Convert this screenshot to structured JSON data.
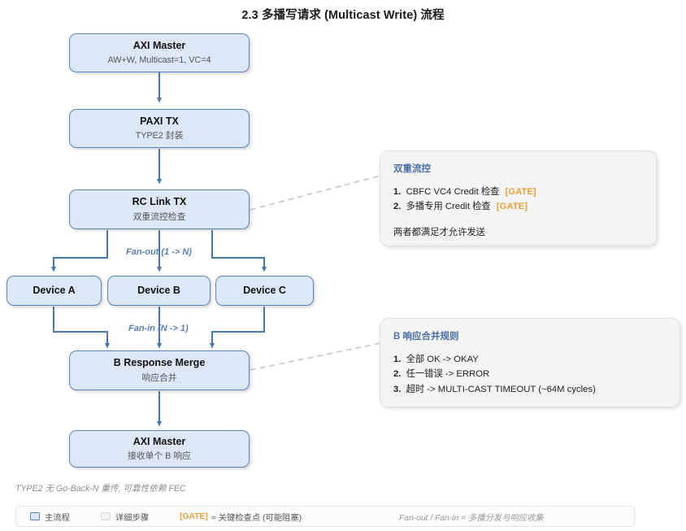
{
  "title": "2.3 多播写请求 (Multicast Write) 流程",
  "nodes": {
    "axi_master_top": {
      "title": "AXI Master",
      "sub": "AW+W, Multicast=1, VC=4"
    },
    "paxi_tx": {
      "title": "PAXI TX",
      "sub": "TYPE2 封装"
    },
    "rc_link_tx": {
      "title": "RC Link TX",
      "sub": "双重流控检查"
    },
    "device_a": {
      "title": "Device A",
      "sub": ""
    },
    "device_b": {
      "title": "Device B",
      "sub": ""
    },
    "device_c": {
      "title": "Device C",
      "sub": ""
    },
    "b_merge": {
      "title": "B Response Merge",
      "sub": "响应合并"
    },
    "axi_master_bottom": {
      "title": "AXI Master",
      "sub": "接收单个 B 响应"
    }
  },
  "fan_labels": {
    "fan_out": "Fan-out (1 -> N)",
    "fan_in": "Fan-in (N -> 1)"
  },
  "panels": {
    "flow_control": {
      "title": "双重流控",
      "items": [
        {
          "idx": "1.",
          "text": "CBFC VC4 Credit 检查",
          "gate": "[GATE]"
        },
        {
          "idx": "2.",
          "text": "多播专用 Credit 检查",
          "gate": "[GATE]"
        }
      ],
      "note": "两者都满足才允许发送"
    },
    "b_merge_rules": {
      "title": "B 响应合并规则",
      "items": [
        {
          "idx": "1.",
          "text": "全部 OK -> OKAY",
          "gate": ""
        },
        {
          "idx": "2.",
          "text": "任一错误 -> ERROR",
          "gate": ""
        },
        {
          "idx": "3.",
          "text": "超时 -> MULTI-CAST TIMEOUT (~64M cycles)",
          "gate": ""
        }
      ],
      "note": ""
    }
  },
  "footnote": "TYPE2 无 Go-Back-N 重传, 可靠性依赖 FEC",
  "legend": {
    "main_label": "主流程",
    "detail_label": "详细步骤",
    "gate_tag": "[GATE]",
    "gate_desc": "= 关键检查点 (可能阻塞)",
    "right_note": "Fan-out / Fan-in = 多播分发与响应收集"
  },
  "colors": {
    "node_fill": "#dce8f8",
    "node_border": "#5b83bd",
    "arrow": "#4a76ae",
    "panel_fill": "#f4f4f4",
    "panel_title": "#4a6fa5",
    "gate": "#e8a33d",
    "fan_label": "#5b7fb5",
    "dashed_connector": "#c8c8c8"
  }
}
